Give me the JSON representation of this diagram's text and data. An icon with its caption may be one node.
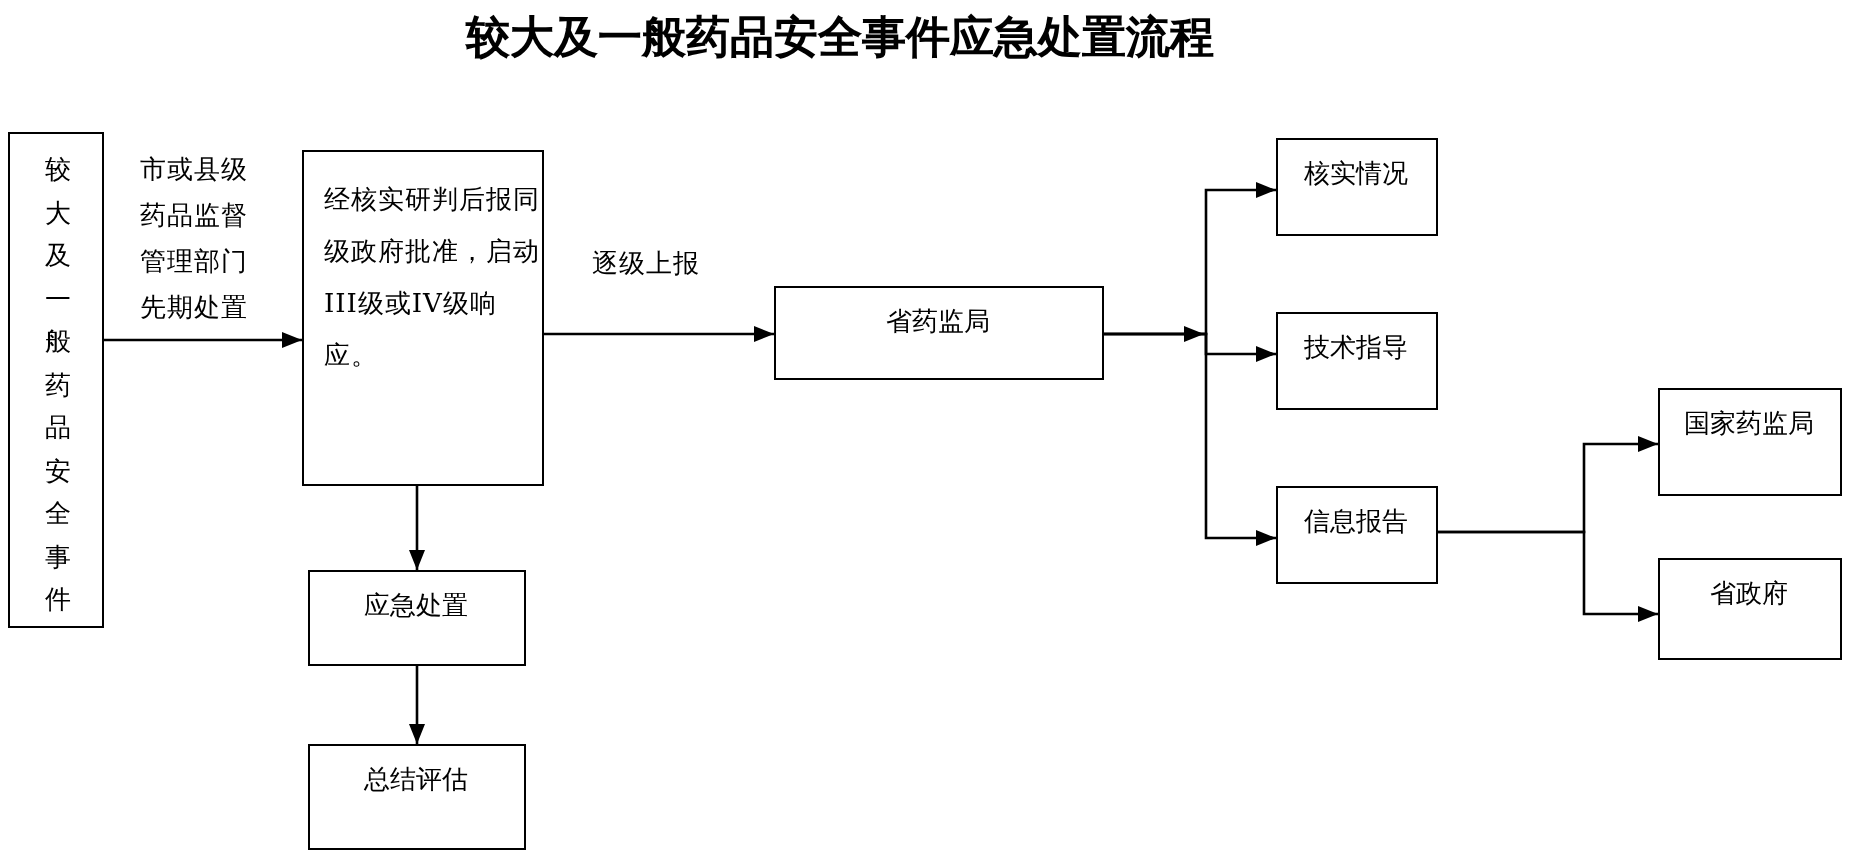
{
  "diagram": {
    "title": "较大及一般药品安全事件应急处置流程",
    "nodes": [
      {
        "text": [
          "较大及一般药品安全事件"
        ]
      },
      {
        "text": [
          "经核实研判后报同级政府批准，启动III级或IV级响应。"
        ]
      },
      {
        "text": [
          "省药监局"
        ]
      },
      {
        "text": [
          "核实情况"
        ]
      },
      {
        "text": [
          "技术指导"
        ]
      },
      {
        "text": [
          "信息报告"
        ]
      },
      {
        "text": [
          "国家药监局"
        ]
      },
      {
        "text": [
          "省政府"
        ]
      },
      {
        "text": [
          "应急处置"
        ]
      },
      {
        "text": [
          "总结评估"
        ]
      }
    ],
    "edges": [
      {
        "from": 0,
        "to": 1,
        "arrow": "to",
        "label": "市或县级药品监督管理部门先期处置"
      },
      {
        "from": 1,
        "to": 2,
        "arrow": "to",
        "label": "逐级上报"
      },
      {
        "from": 2,
        "to": 3,
        "arrow": "to"
      },
      {
        "from": 2,
        "to": 4,
        "arrow": "to"
      },
      {
        "from": 2,
        "to": 5,
        "arrow": "to"
      },
      {
        "from": 5,
        "to": 6,
        "arrow": "to"
      },
      {
        "from": 5,
        "to": 7,
        "arrow": "to"
      },
      {
        "from": 1,
        "to": 8,
        "arrow": "to"
      },
      {
        "from": 8,
        "to": 9,
        "arrow": "to"
      }
    ]
  }
}
